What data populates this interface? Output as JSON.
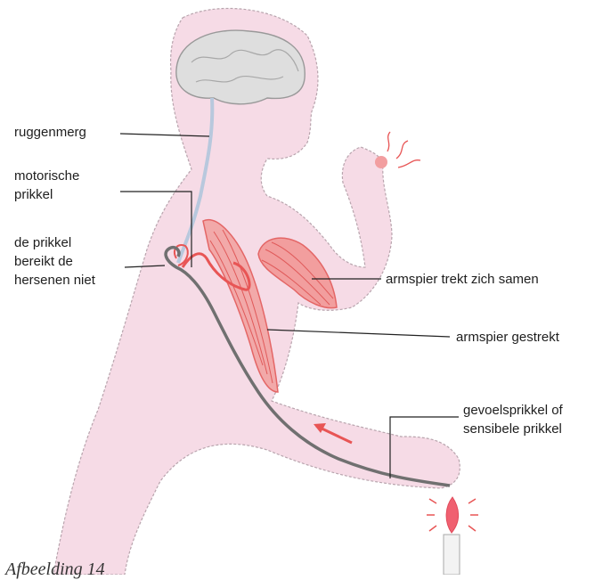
{
  "labels": {
    "spinal_cord": "ruggenmerg",
    "motor_impulse_1": "motorische",
    "motor_impulse_2": "prikkel",
    "not_brain_1": "de prikkel",
    "not_brain_2": "bereikt de",
    "not_brain_3": "hersenen niet",
    "biceps": "armspier trekt zich samen",
    "triceps": "armspier gestrekt",
    "sensory_1": "gevoelsprikkel of",
    "sensory_2": "sensibele prikkel"
  },
  "caption": "Afbeelding 14",
  "colors": {
    "skin": "#f6dbe6",
    "muscle": "#ee6a6a",
    "nerve": "#6f6f6f",
    "brain": "#d4d4d4",
    "flame": "#f06070"
  }
}
